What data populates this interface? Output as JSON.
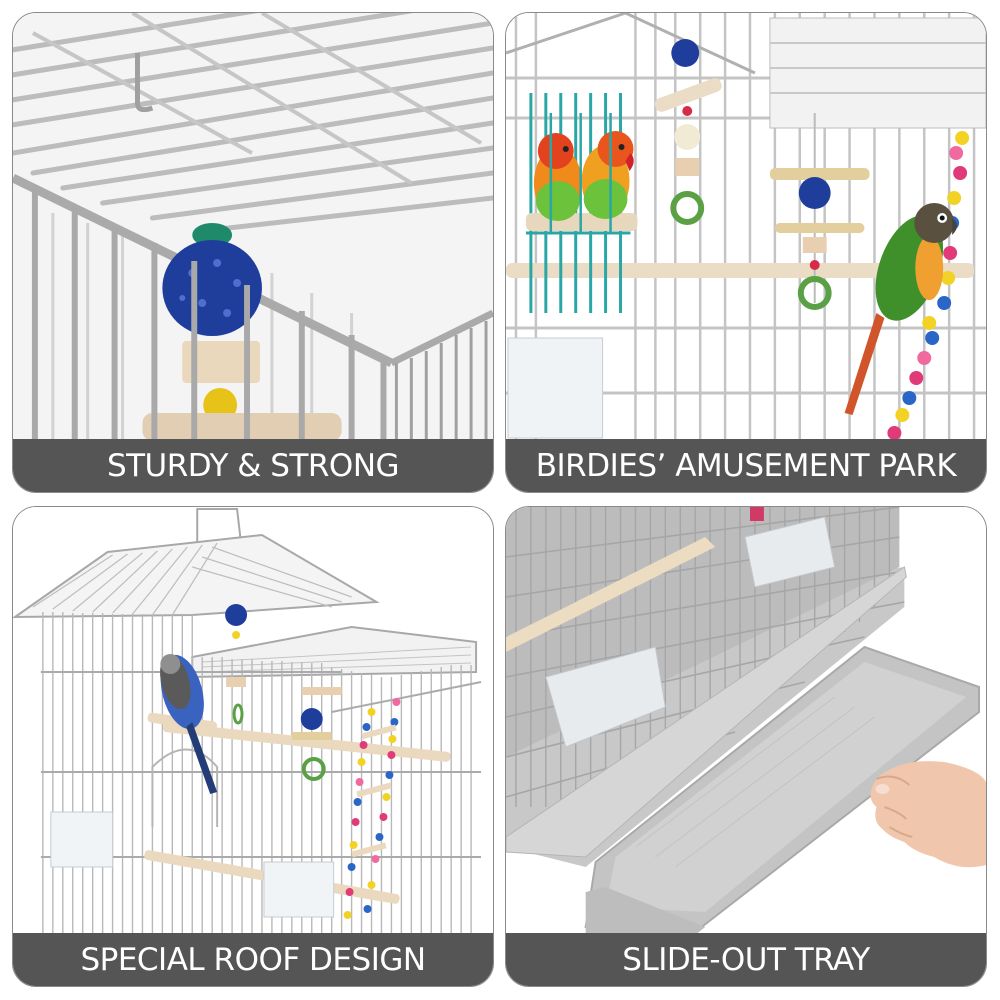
{
  "panels": [
    {
      "id": "sturdy",
      "caption": "STURDY & STRONG",
      "scene": "close-up of grey wire cage top with hanging blue wicker ball toy, wooden block and yellow bead"
    },
    {
      "id": "amusement",
      "caption": "BIRDIES’ AMUSEMENT PARK",
      "scene": "cage interior with two lovebirds on teal swing, green-cheeked conure on bead ladder, hanging toys and wooden perch"
    },
    {
      "id": "roof",
      "caption": "SPECIAL ROOF DESIGN",
      "scene": "full grey bird cage with peaked house-style roof, budgie on perch, hanging toys and rainbow bead ladder"
    },
    {
      "id": "tray",
      "caption": "SLIDE-OUT TRAY",
      "scene": "hand pulling grey plastic slide-out tray from cage base"
    }
  ],
  "colors": {
    "caption_bg": "#555555",
    "caption_text": "#ffffff",
    "panel_border": "#8a8a8a",
    "wire": "#b9b9b9",
    "tray": "#c9c9c9"
  }
}
